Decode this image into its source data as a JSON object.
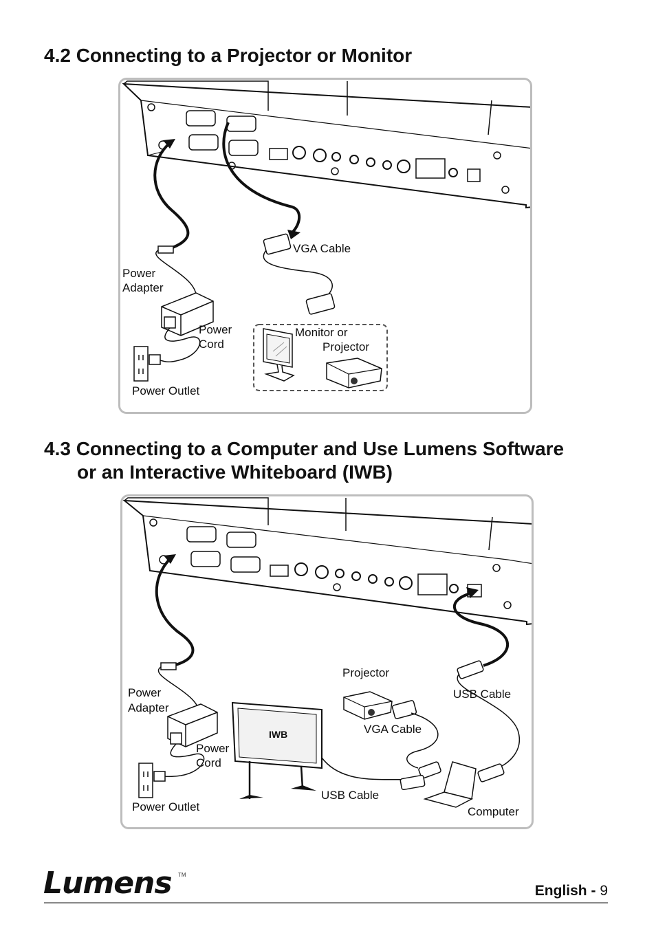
{
  "section_4_2": {
    "title": "4.2 Connecting to a Projector or Monitor",
    "labels": {
      "vga_cable": "VGA Cable",
      "power_adapter_1": "Power",
      "power_adapter_2": "Adapter",
      "power_cord_1": "Power",
      "power_cord_2": "Cord",
      "monitor_1": "Monitor or",
      "monitor_2": "Projector",
      "power_outlet": "Power Outlet"
    }
  },
  "section_4_3": {
    "title_line1": "4.3 Connecting to a Computer and Use Lumens Software",
    "title_line2": "or an Interactive Whiteboard (IWB)",
    "labels": {
      "projector": "Projector",
      "usb_cable_top": "USB Cable",
      "power_adapter_1": "Power",
      "power_adapter_2": "Adapter",
      "vga_cable": "VGA Cable",
      "iwb": "IWB",
      "power_cord_1": "Power",
      "power_cord_2": "Cord",
      "usb_cable_bottom": "USB Cable",
      "power_outlet": "Power Outlet",
      "computer": "Computer"
    }
  },
  "footer": {
    "brand": "Lumens",
    "trademark": "TM",
    "language": "English",
    "separator": "-",
    "page_number": "9"
  },
  "colors": {
    "frame_border": "#bdbdbd",
    "rule": "#888888"
  }
}
